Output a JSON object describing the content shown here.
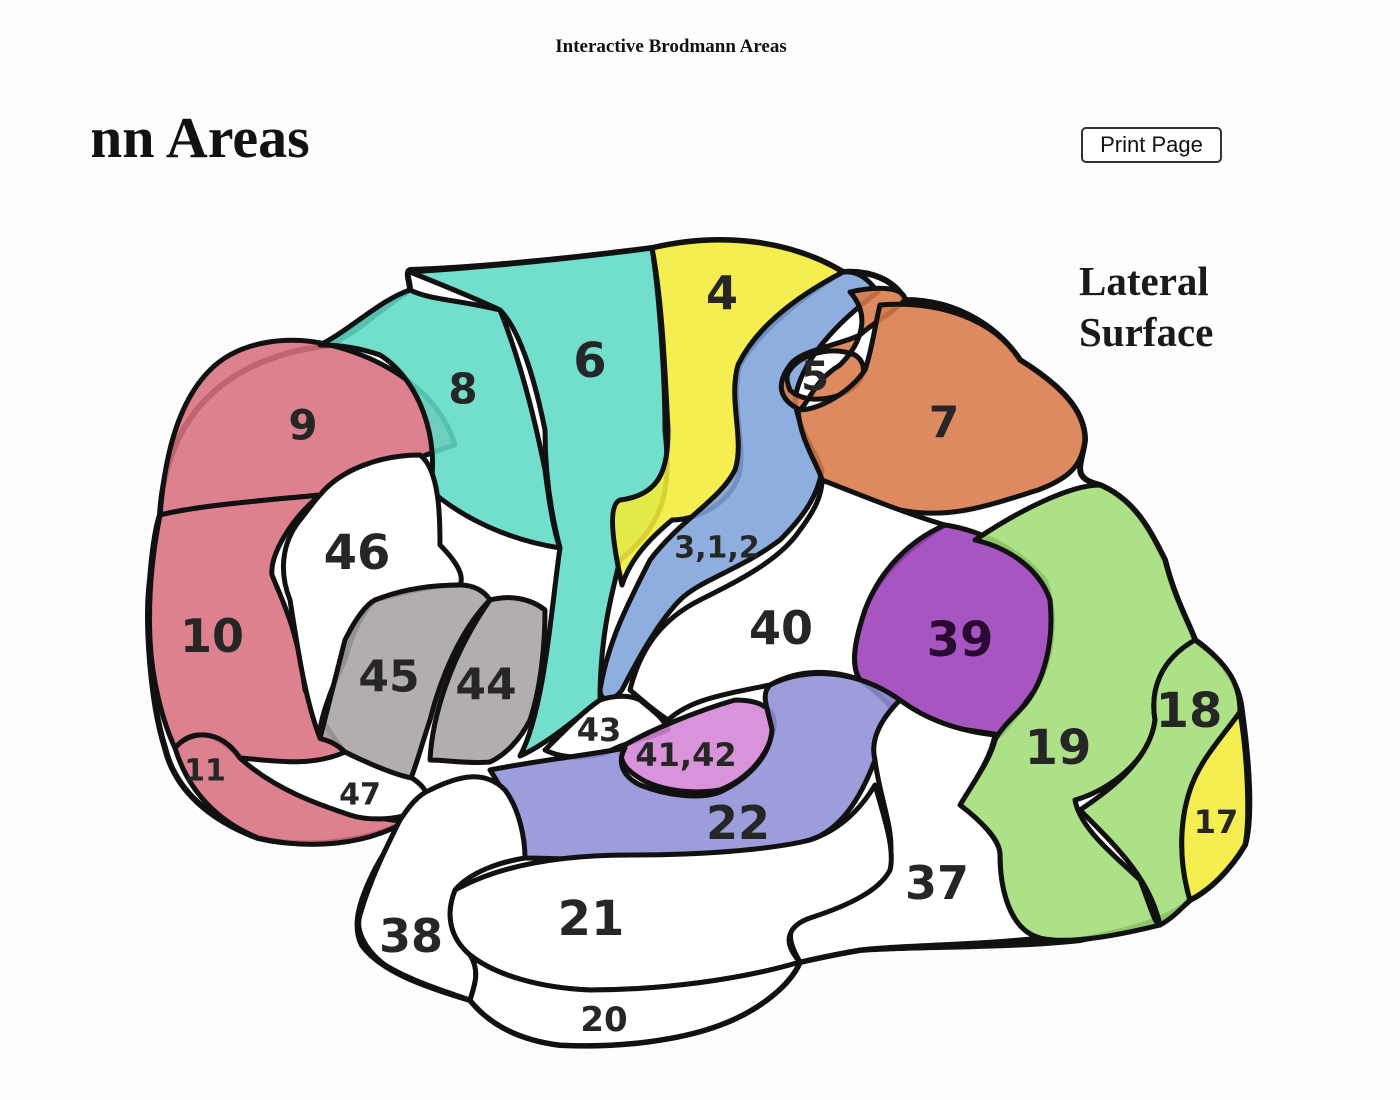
{
  "document": {
    "title": "Interactive Brodmann Areas",
    "heading": "nn Areas",
    "print_label": "Print Page"
  },
  "diagram": {
    "surface_label": [
      "Lateral",
      "Surface"
    ],
    "colors": {
      "pink": "#d9707f",
      "turquoise": "#5fd9c5",
      "yellow": "#f2ec38",
      "blue": "#7ea3dc",
      "orange": "#d97a4a",
      "gray": "#a7a3a3",
      "purple": "#9b3eb8",
      "periwinkle": "#8f90d6",
      "violet": "#d384d6",
      "green": "#a2dd78",
      "white": "#ffffff",
      "outline": "#111111"
    },
    "areas": [
      {
        "id": "9",
        "label": "9",
        "color": "pink"
      },
      {
        "id": "10",
        "label": "10",
        "color": "pink"
      },
      {
        "id": "11",
        "label": "11",
        "color": "pink"
      },
      {
        "id": "8",
        "label": "8",
        "color": "turquoise"
      },
      {
        "id": "6",
        "label": "6",
        "color": "turquoise"
      },
      {
        "id": "4",
        "label": "4",
        "color": "yellow"
      },
      {
        "id": "312",
        "label": "3,1,2",
        "color": "blue"
      },
      {
        "id": "5",
        "label": "5",
        "color": "orange"
      },
      {
        "id": "7",
        "label": "7",
        "color": "orange"
      },
      {
        "id": "46",
        "label": "46",
        "color": "white"
      },
      {
        "id": "45",
        "label": "45",
        "color": "gray"
      },
      {
        "id": "44",
        "label": "44",
        "color": "gray"
      },
      {
        "id": "47",
        "label": "47",
        "color": "white"
      },
      {
        "id": "43",
        "label": "43",
        "color": "white"
      },
      {
        "id": "40",
        "label": "40",
        "color": "white"
      },
      {
        "id": "39",
        "label": "39",
        "color": "purple"
      },
      {
        "id": "4142",
        "label": "41,42",
        "color": "violet"
      },
      {
        "id": "22",
        "label": "22",
        "color": "periwinkle"
      },
      {
        "id": "19",
        "label": "19",
        "color": "green"
      },
      {
        "id": "18",
        "label": "18",
        "color": "green"
      },
      {
        "id": "17",
        "label": "17",
        "color": "yellow"
      },
      {
        "id": "37",
        "label": "37",
        "color": "white"
      },
      {
        "id": "21",
        "label": "21",
        "color": "white"
      },
      {
        "id": "38",
        "label": "38",
        "color": "white"
      },
      {
        "id": "20",
        "label": "20",
        "color": "white"
      }
    ]
  }
}
